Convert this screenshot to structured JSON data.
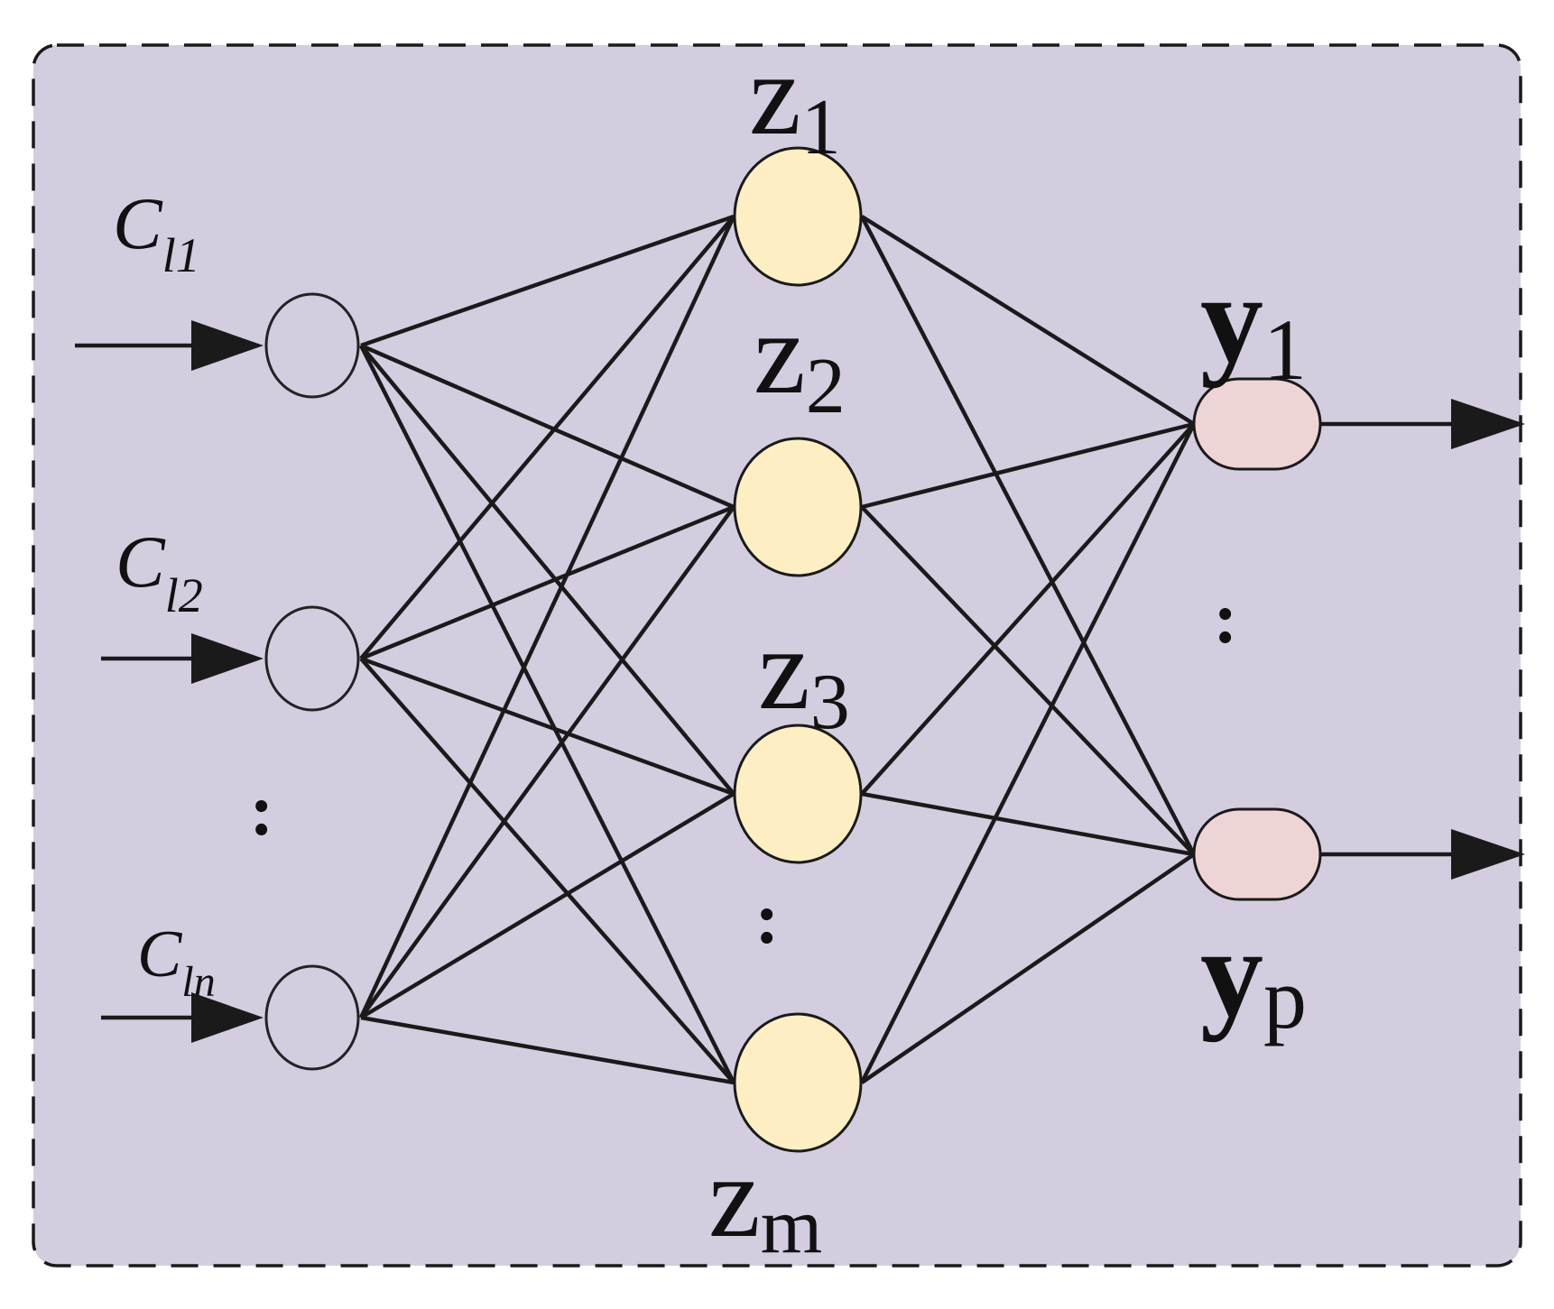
{
  "diagram": {
    "colors": {
      "panel_fill": "#d4cde0",
      "panel_border": "#1a1a1a",
      "hidden_node_fill": "#fdefc3",
      "output_node_fill": "#efd4d6",
      "input_node_stroke": "#222222",
      "edge": "#1a1a1a"
    },
    "input_labels": [
      {
        "main": "C",
        "sub": "l1"
      },
      {
        "main": "C",
        "sub": "l2"
      },
      {
        "main": "C",
        "sub": "ln"
      }
    ],
    "hidden_labels": [
      {
        "main": "z",
        "sub": "1"
      },
      {
        "main": "z",
        "sub": "2"
      },
      {
        "main": "z",
        "sub": "3"
      },
      {
        "main": "z",
        "sub": "m"
      }
    ],
    "output_labels": [
      {
        "main": "y",
        "sub": "1"
      },
      {
        "main": "y",
        "sub": "p"
      }
    ],
    "ellipsis": ":"
  }
}
